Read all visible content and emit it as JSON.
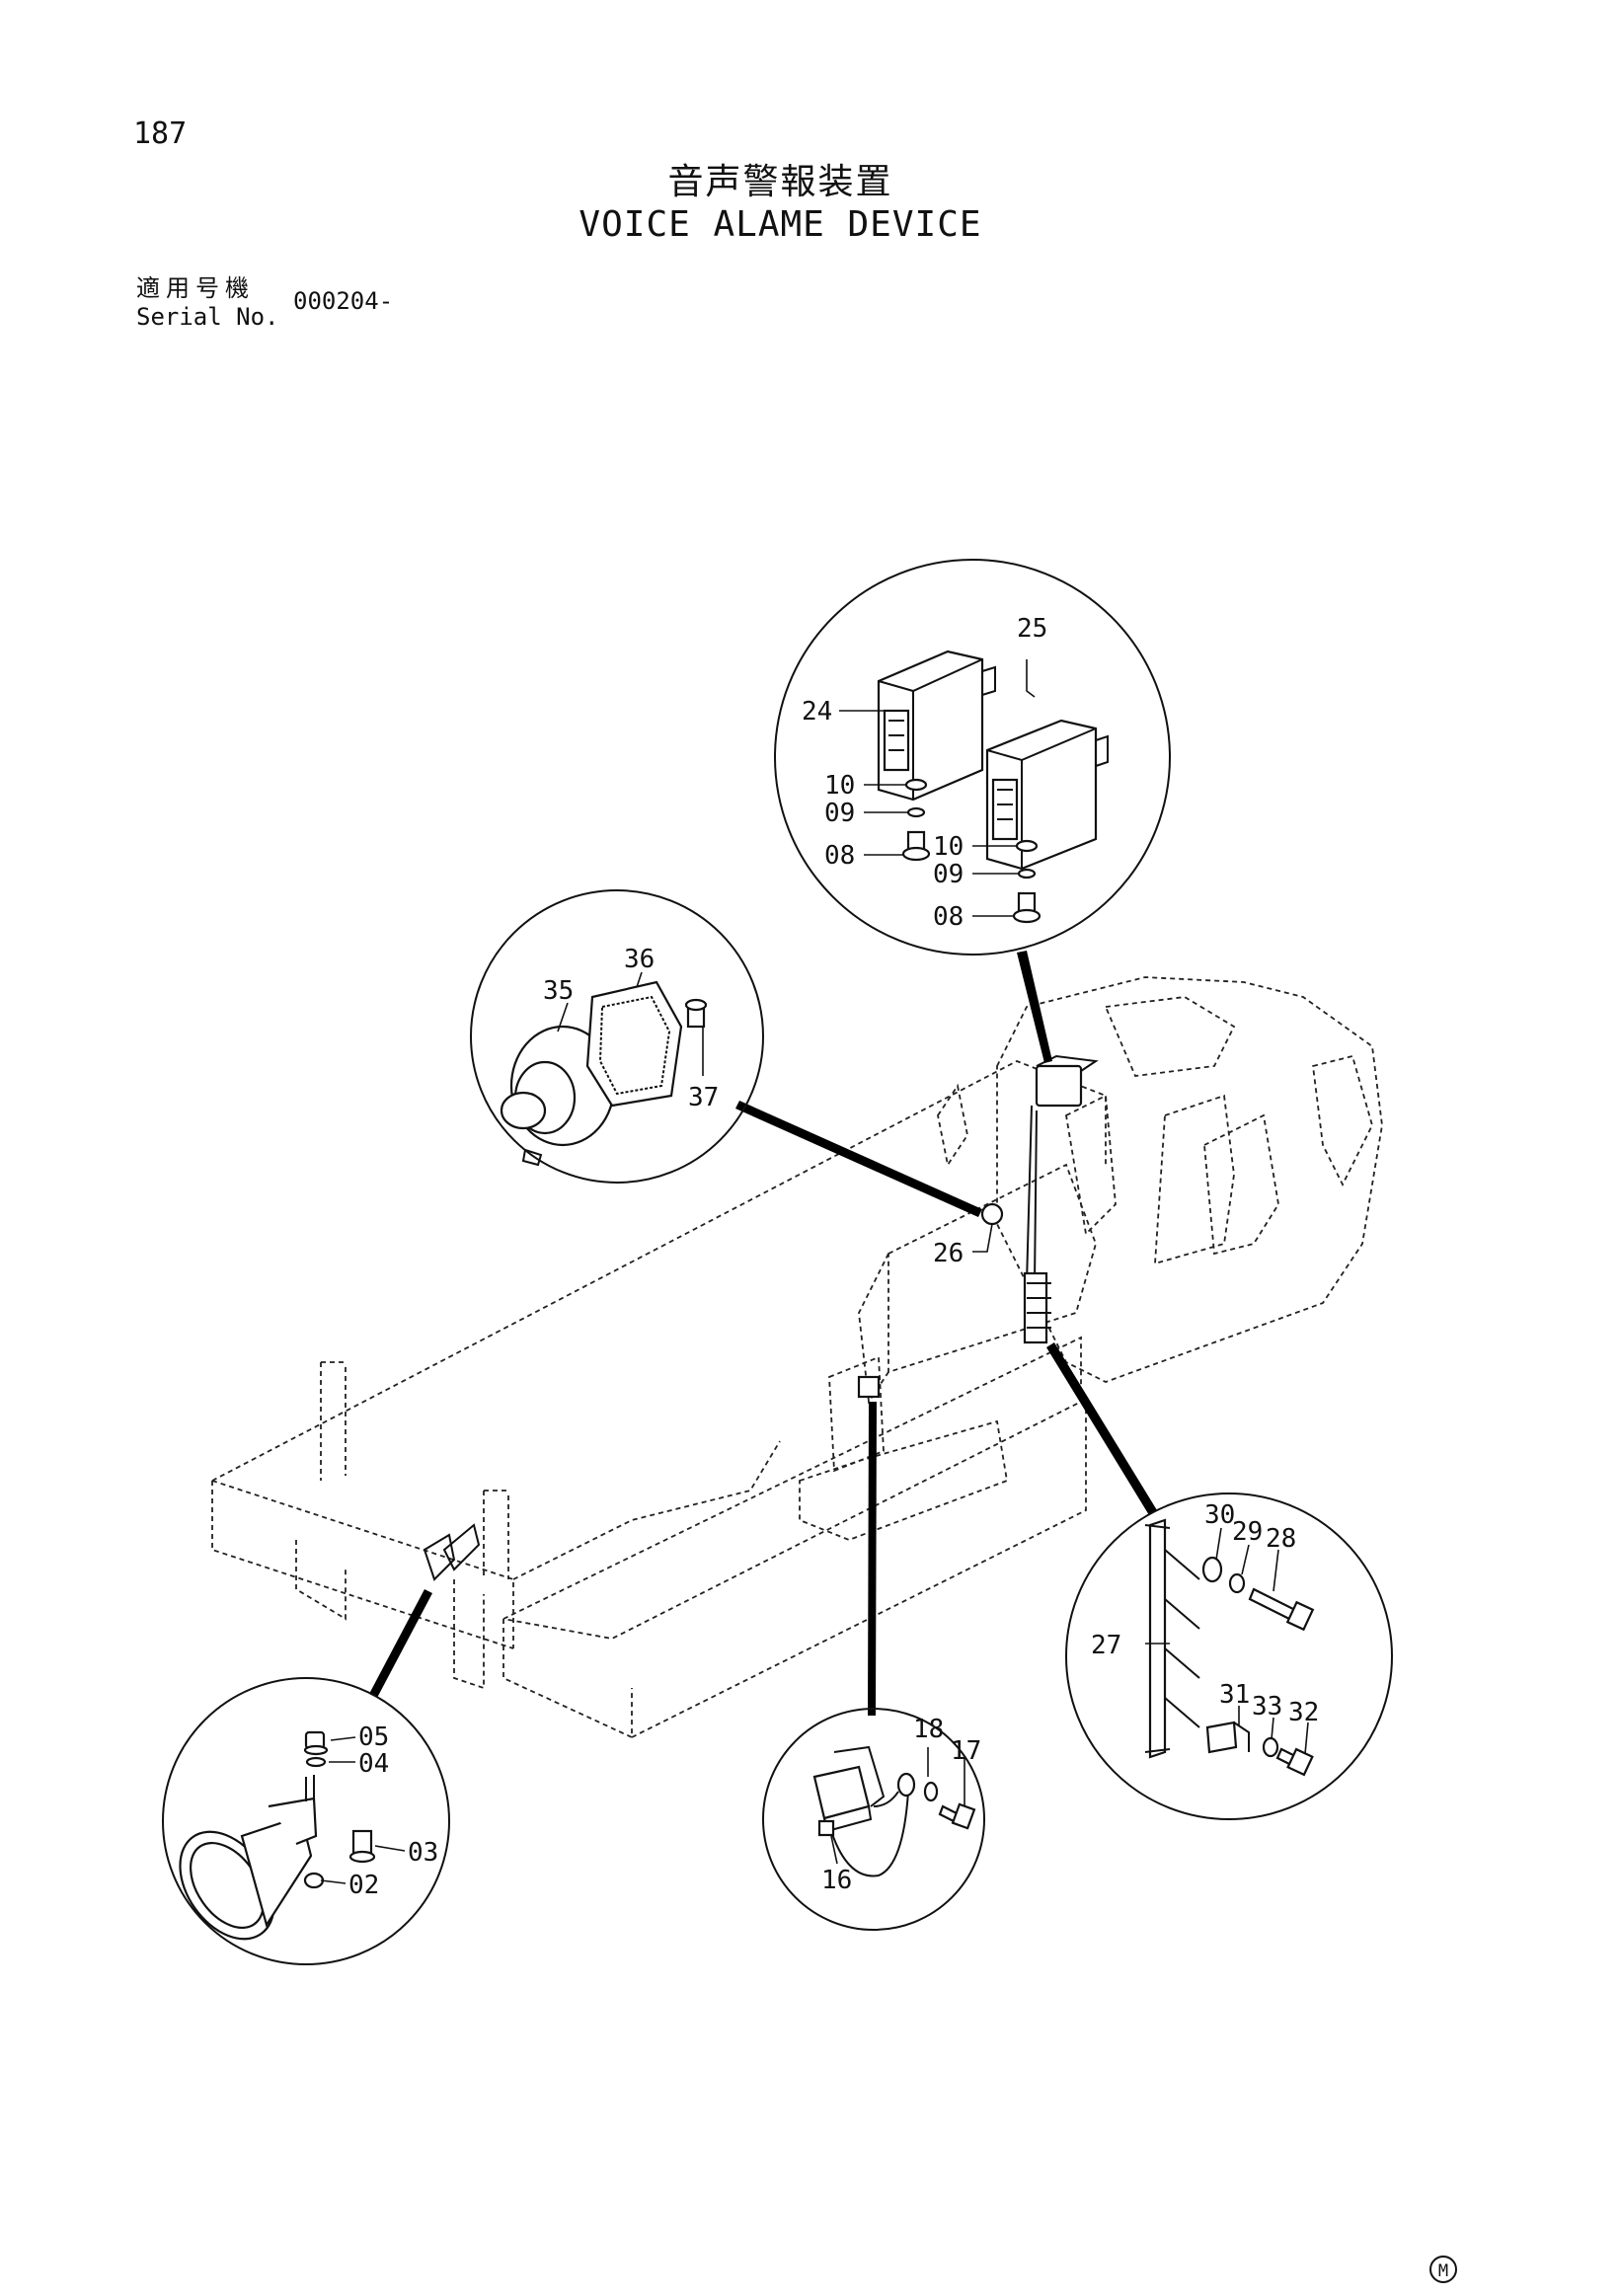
{
  "header": {
    "page_number": "187",
    "title_jp": "音声警報装置",
    "title_en": "VOICE ALAME DEVICE",
    "serial_label_jp": "適用号機",
    "serial_label_en": "Serial No.",
    "serial_value": "000204-"
  },
  "callouts": {
    "c02": "02",
    "c03": "03",
    "c04": "04",
    "c05": "05",
    "c08a": "08",
    "c08b": "08",
    "c09a": "09",
    "c09b": "09",
    "c10a": "10",
    "c10b": "10",
    "c16": "16",
    "c17": "17",
    "c18": "18",
    "c24": "24",
    "c25": "25",
    "c26": "26",
    "c27": "27",
    "c28": "28",
    "c29": "29",
    "c30": "30",
    "c31": "31",
    "c32": "32",
    "c33": "33",
    "c35": "35",
    "c36": "36",
    "c37": "37"
  },
  "footer": {
    "mark": "M"
  }
}
